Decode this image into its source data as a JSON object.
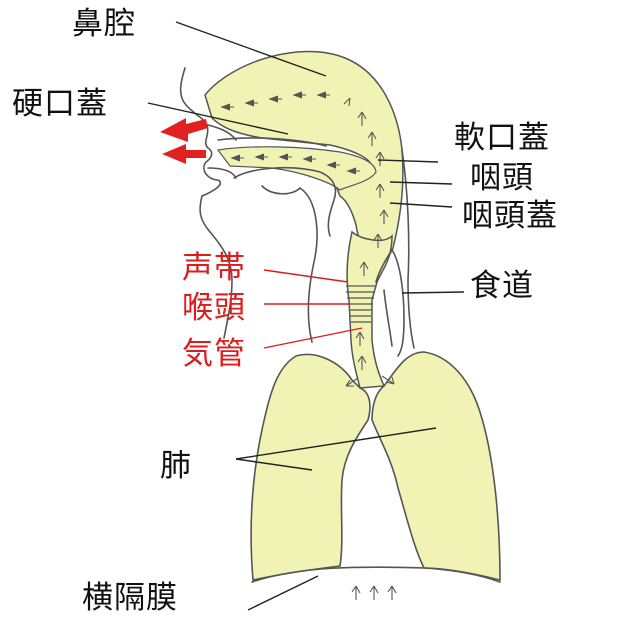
{
  "colors": {
    "fill": "#f1f3b4",
    "outline": "#555555",
    "arrow_red": "#e12020",
    "label_black": "#111111",
    "label_red": "#dd1d1d"
  },
  "labels": {
    "nasal_cavity": "鼻腔",
    "hard_palate": "硬口蓋",
    "soft_palate": "軟口蓋",
    "pharynx": "咽頭",
    "epiglottis": "咽頭蓋",
    "vocal_cords": "声帯",
    "larynx": "喉頭",
    "trachea": "気管",
    "esophagus": "食道",
    "lungs": "肺",
    "diaphragm": "横隔膜"
  }
}
